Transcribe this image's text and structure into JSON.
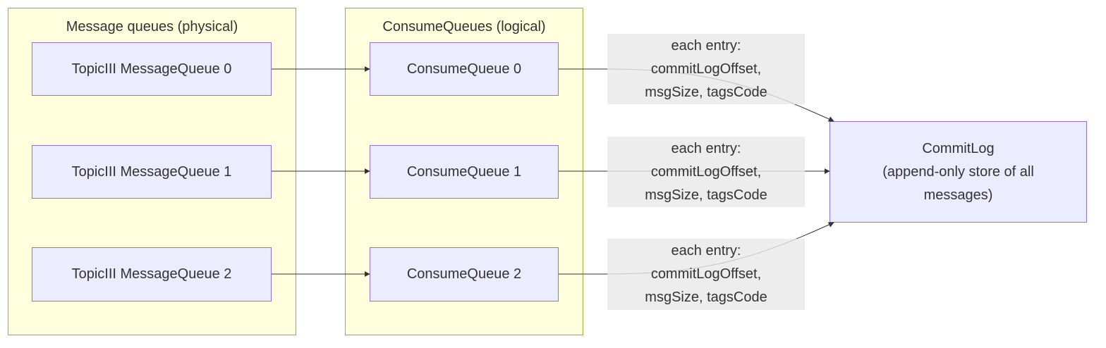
{
  "clusters": {
    "physical": {
      "title": "Message queues (physical)"
    },
    "logical": {
      "title": "ConsumeQueues (logical)"
    }
  },
  "nodes": {
    "mq0": "TopicIII MessageQueue 0",
    "mq1": "TopicIII MessageQueue 1",
    "mq2": "TopicIII MessageQueue 2",
    "cq0": "ConsumeQueue 0",
    "cq1": "ConsumeQueue 1",
    "cq2": "ConsumeQueue 2",
    "commitlog": {
      "line1": "CommitLog",
      "line2": "(append-only store of all",
      "line3": "messages)"
    }
  },
  "edge_labels": [
    {
      "line1": "each entry:",
      "line2": "commitLogOffset,",
      "line3": "msgSize, tagsCode"
    },
    {
      "line1": "each entry:",
      "line2": "commitLogOffset,",
      "line3": "msgSize, tagsCode"
    },
    {
      "line1": "each entry:",
      "line2": "commitLogOffset,",
      "line3": "msgSize, tagsCode"
    }
  ],
  "colors": {
    "cluster_fill": "#ffffde",
    "cluster_border": "#aaaa33",
    "node_fill": "#ececff",
    "node_border": "#9370db",
    "edge": "#333333",
    "label_bg": "#e8e8e8"
  }
}
